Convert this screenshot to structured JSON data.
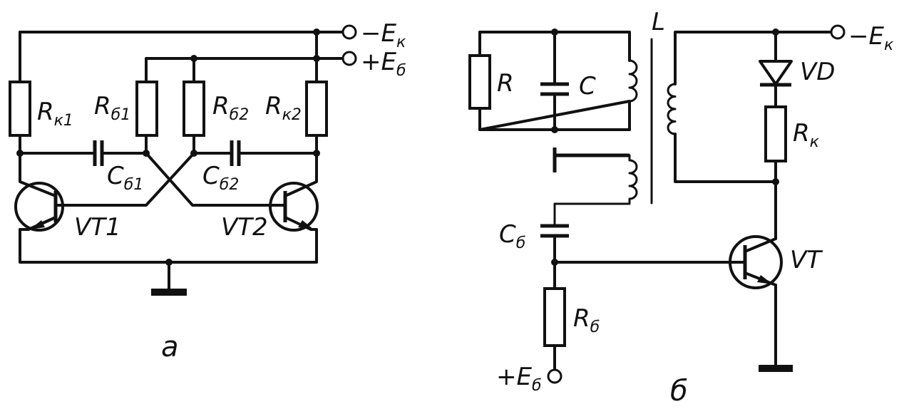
{
  "diagram_a": {
    "caption": "а",
    "terminal_top": {
      "main": "−E",
      "sub": "к"
    },
    "terminal_bias": {
      "main": "+E",
      "sub": "б"
    },
    "r_k1": {
      "main": "R",
      "sub": "к1"
    },
    "r_b1": {
      "main": "R",
      "sub": "б1"
    },
    "r_b2": {
      "main": "R",
      "sub": "б2"
    },
    "r_k2": {
      "main": "R",
      "sub": "к2"
    },
    "c_b1": {
      "main": "C",
      "sub": "б1"
    },
    "c_b2": {
      "main": "C",
      "sub": "б2"
    },
    "vt1": "VT1",
    "vt2": "VT2"
  },
  "diagram_b": {
    "caption": "б",
    "inductor": "L",
    "terminal_top": {
      "main": "−E",
      "sub": "к"
    },
    "resistor": "R",
    "capacitor": "C",
    "diode": "VD",
    "r_k": {
      "main": "R",
      "sub": "к"
    },
    "c_b": {
      "main": "C",
      "sub": "б"
    },
    "r_b": {
      "main": "R",
      "sub": "б"
    },
    "terminal_bias": {
      "main": "+E",
      "sub": "б"
    },
    "transistor": "VT"
  }
}
